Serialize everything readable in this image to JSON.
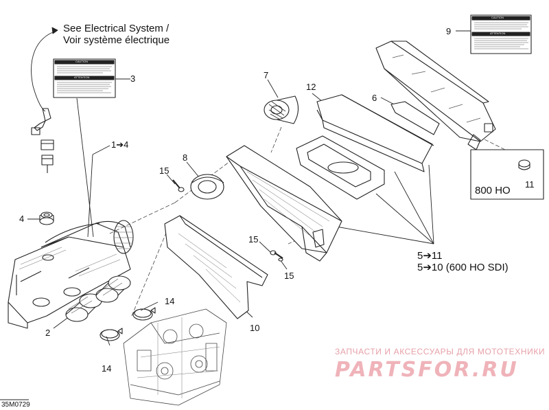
{
  "diagram": {
    "reference_note": {
      "line1": "See Electrical System /",
      "line2": "Voir système électrique"
    },
    "callouts": {
      "c1_4": "1➔4",
      "c2": "2",
      "c3": "3",
      "c4": "4",
      "c6": "6",
      "c7": "7",
      "c8": "8",
      "c9": "9",
      "c10": "10",
      "c11": "11",
      "c12": "12",
      "c14a": "14",
      "c14b": "14",
      "c15a": "15",
      "c15b": "15",
      "c15c": "15"
    },
    "range_notes": {
      "line1": "5➔11",
      "line2": "5➔10 (600 HO SDI)"
    },
    "variant_box_label": "800 HO",
    "drawing_code": "35M0729",
    "decals": {
      "caution_title": "CAUTION",
      "attention_title": "ATTENTION"
    },
    "watermark": {
      "text": "ЗАПЧАСТИ И АКСЕССУАРЫ ДЛЯ МОТОТЕХНИКИ",
      "logo": "PARTSFOR.RU"
    }
  },
  "colors": {
    "line": "#222222",
    "hatch": "#444444",
    "watermark": "#e8a3ab"
  }
}
